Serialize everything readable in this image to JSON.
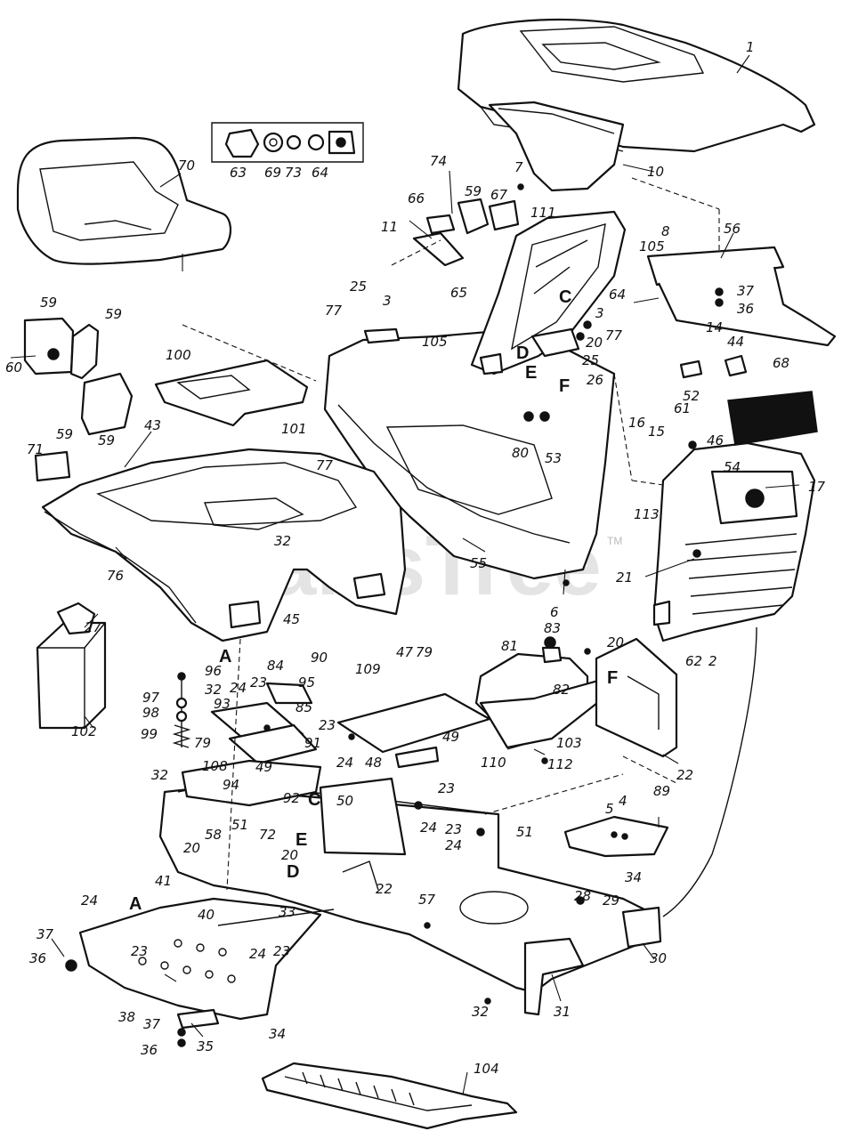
{
  "watermark": {
    "brand": "PartsTree",
    "trademark": "TM"
  },
  "letter_refs": [
    "A",
    "A",
    "C",
    "C",
    "D",
    "D",
    "E",
    "E",
    "F",
    "F"
  ],
  "part_numbers": [
    "1",
    "10",
    "7",
    "56",
    "8",
    "105",
    "37",
    "36",
    "14",
    "44",
    "68",
    "52",
    "61",
    "46",
    "54",
    "17",
    "16",
    "15",
    "113",
    "21",
    "62",
    "2",
    "74",
    "66",
    "59",
    "67",
    "11",
    "111",
    "65",
    "64",
    "3",
    "20",
    "77",
    "25",
    "26",
    "105",
    "25",
    "3",
    "77",
    "80",
    "53",
    "55",
    "6",
    "70",
    "63",
    "69",
    "73",
    "64",
    "59",
    "59",
    "60",
    "59",
    "59",
    "100",
    "101",
    "77",
    "43",
    "71",
    "76",
    "32",
    "45",
    "27",
    "102",
    "96",
    "97",
    "98",
    "99",
    "32",
    "93",
    "24",
    "23",
    "84",
    "90",
    "95",
    "109",
    "47",
    "79",
    "81",
    "83",
    "20",
    "82",
    "49",
    "48",
    "103",
    "110",
    "112",
    "22",
    "23",
    "85",
    "91",
    "24",
    "108",
    "49",
    "79",
    "94",
    "92",
    "50",
    "32",
    "20",
    "58",
    "51",
    "72",
    "41",
    "20",
    "22",
    "23",
    "24",
    "23",
    "24",
    "51",
    "89",
    "5",
    "4",
    "34",
    "28",
    "29",
    "57",
    "30",
    "31",
    "32",
    "24",
    "23",
    "40",
    "33",
    "24",
    "23",
    "37",
    "36",
    "38",
    "37",
    "35",
    "34",
    "36",
    "104"
  ]
}
